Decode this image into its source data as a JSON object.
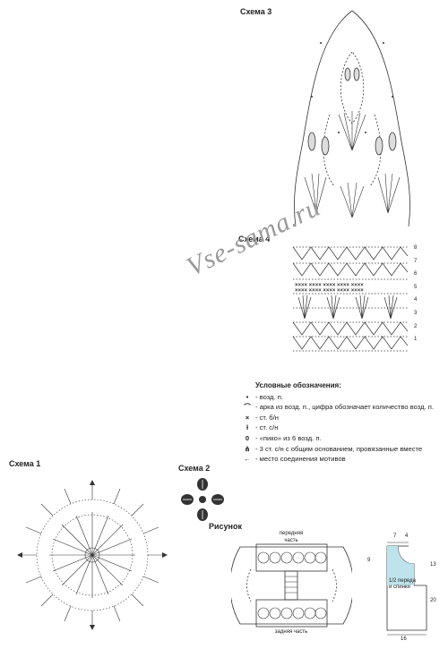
{
  "titles": {
    "scheme3": "Схема 3",
    "scheme4": "Схема 4",
    "scheme1": "Схема 1",
    "scheme2": "Схема 2",
    "figure": "Рисунок"
  },
  "watermark": "Vse-sama.ru",
  "scheme4_rows": [
    "8",
    "7",
    "6",
    "5",
    "4",
    "3",
    "2",
    "1"
  ],
  "legend": {
    "heading": "Условные обозначения:",
    "items": [
      {
        "symbol": "•",
        "text": "- возд. п."
      },
      {
        "symbol": "⌒",
        "text": "- арка из возд. п., цифра обозначает количество возд. п."
      },
      {
        "symbol": "×",
        "text": "- ст. б/н"
      },
      {
        "symbol": "ƚ",
        "text": "- ст. с/н"
      },
      {
        "symbol": "0",
        "text": "- «пико» из 6 возд. п."
      },
      {
        "symbol": "⋔",
        "text": "- 3 ст. с/н с общим основанием, провязанные вместе"
      },
      {
        "symbol": "←",
        "text": "- место соединения мотивов"
      }
    ]
  },
  "figure": {
    "front": "передняя часть",
    "back": "задняя часть"
  },
  "pattern": {
    "dims": {
      "top_a": "7",
      "top_b": "4",
      "left": "9",
      "right_top": "13",
      "right": "20",
      "bottom": "16"
    },
    "label": "1/2 переда и спинки"
  }
}
